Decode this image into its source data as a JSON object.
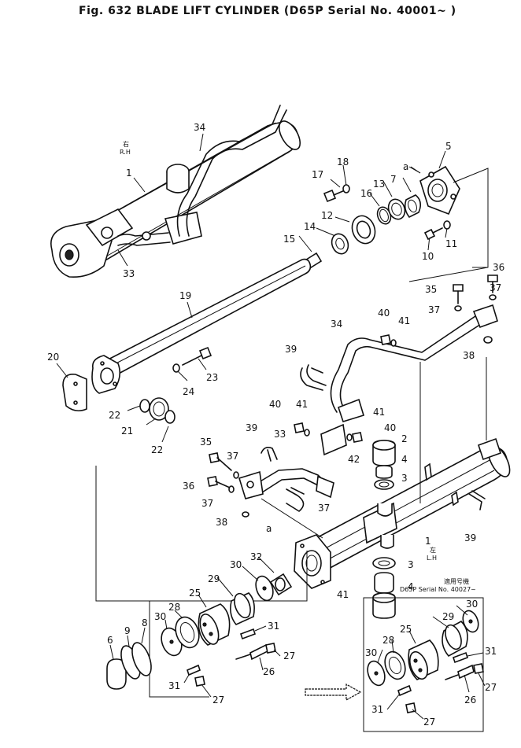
{
  "title": "Fig. 632  BLADE LIFT CYLINDER (D65P Serial No. 40001~ )",
  "notes": {
    "rh_kanji": "右",
    "rh": "R.H",
    "lh_kanji": "左",
    "lh": "L.H",
    "applic_kanji": "適用号機",
    "applic_serial": "D65P Serial No. 40027~",
    "ref_a": "a"
  },
  "callouts": [
    {
      "id": "c1a",
      "label": "1"
    },
    {
      "id": "c34a",
      "label": "34"
    },
    {
      "id": "c33a",
      "label": "33"
    },
    {
      "id": "c17",
      "label": "17"
    },
    {
      "id": "c18",
      "label": "18"
    },
    {
      "id": "c16",
      "label": "16"
    },
    {
      "id": "c13",
      "label": "13"
    },
    {
      "id": "c7",
      "label": "7"
    },
    {
      "id": "c5",
      "label": "5"
    },
    {
      "id": "c12",
      "label": "12"
    },
    {
      "id": "c14",
      "label": "14"
    },
    {
      "id": "c15",
      "label": "15"
    },
    {
      "id": "c10",
      "label": "10"
    },
    {
      "id": "c11",
      "label": "11"
    },
    {
      "id": "c19",
      "label": "19"
    },
    {
      "id": "c20",
      "label": "20"
    },
    {
      "id": "c24",
      "label": "24"
    },
    {
      "id": "c23",
      "label": "23"
    },
    {
      "id": "c22a",
      "label": "22"
    },
    {
      "id": "c21",
      "label": "21"
    },
    {
      "id": "c22b",
      "label": "22"
    },
    {
      "id": "c36a",
      "label": "36"
    },
    {
      "id": "c35a",
      "label": "35"
    },
    {
      "id": "c37a",
      "label": "37"
    },
    {
      "id": "c37b",
      "label": "37"
    },
    {
      "id": "c38a",
      "label": "38"
    },
    {
      "id": "c34b",
      "label": "34"
    },
    {
      "id": "c40a",
      "label": "40"
    },
    {
      "id": "c41a",
      "label": "41"
    },
    {
      "id": "c39a",
      "label": "39"
    },
    {
      "id": "c40b",
      "label": "40"
    },
    {
      "id": "c41b",
      "label": "41"
    },
    {
      "id": "c41c",
      "label": "41"
    },
    {
      "id": "c40c",
      "label": "40"
    },
    {
      "id": "c39b",
      "label": "39"
    },
    {
      "id": "c33b",
      "label": "33"
    },
    {
      "id": "c42",
      "label": "42"
    },
    {
      "id": "c35b",
      "label": "35"
    },
    {
      "id": "c37c",
      "label": "37"
    },
    {
      "id": "c36b",
      "label": "36"
    },
    {
      "id": "c37d",
      "label": "37"
    },
    {
      "id": "c37e",
      "label": "37"
    },
    {
      "id": "c38b",
      "label": "38"
    },
    {
      "id": "c2",
      "label": "2"
    },
    {
      "id": "c4a",
      "label": "4"
    },
    {
      "id": "c3a",
      "label": "3"
    },
    {
      "id": "c39c",
      "label": "39"
    },
    {
      "id": "c1b",
      "label": "1"
    },
    {
      "id": "c3b",
      "label": "3"
    },
    {
      "id": "c4b",
      "label": "4"
    },
    {
      "id": "c41d",
      "label": "41"
    },
    {
      "id": "c32",
      "label": "32"
    },
    {
      "id": "c30a",
      "label": "30"
    },
    {
      "id": "c29a",
      "label": "29"
    },
    {
      "id": "c25a",
      "label": "25"
    },
    {
      "id": "c28a",
      "label": "28"
    },
    {
      "id": "c30b",
      "label": "30"
    },
    {
      "id": "c31a",
      "label": "31"
    },
    {
      "id": "c27a",
      "label": "27"
    },
    {
      "id": "c26a",
      "label": "26"
    },
    {
      "id": "c31b",
      "label": "31"
    },
    {
      "id": "c27b",
      "label": "27"
    },
    {
      "id": "c6",
      "label": "6"
    },
    {
      "id": "c9",
      "label": "9"
    },
    {
      "id": "c8",
      "label": "8"
    },
    {
      "id": "c30c",
      "label": "30"
    },
    {
      "id": "c29b",
      "label": "29"
    },
    {
      "id": "c25b",
      "label": "25"
    },
    {
      "id": "c28b",
      "label": "28"
    },
    {
      "id": "c30d",
      "label": "30"
    },
    {
      "id": "c31c",
      "label": "31"
    },
    {
      "id": "c26b",
      "label": "26"
    },
    {
      "id": "c27c",
      "label": "27"
    },
    {
      "id": "c31d",
      "label": "31"
    },
    {
      "id": "c27d",
      "label": "27"
    }
  ]
}
